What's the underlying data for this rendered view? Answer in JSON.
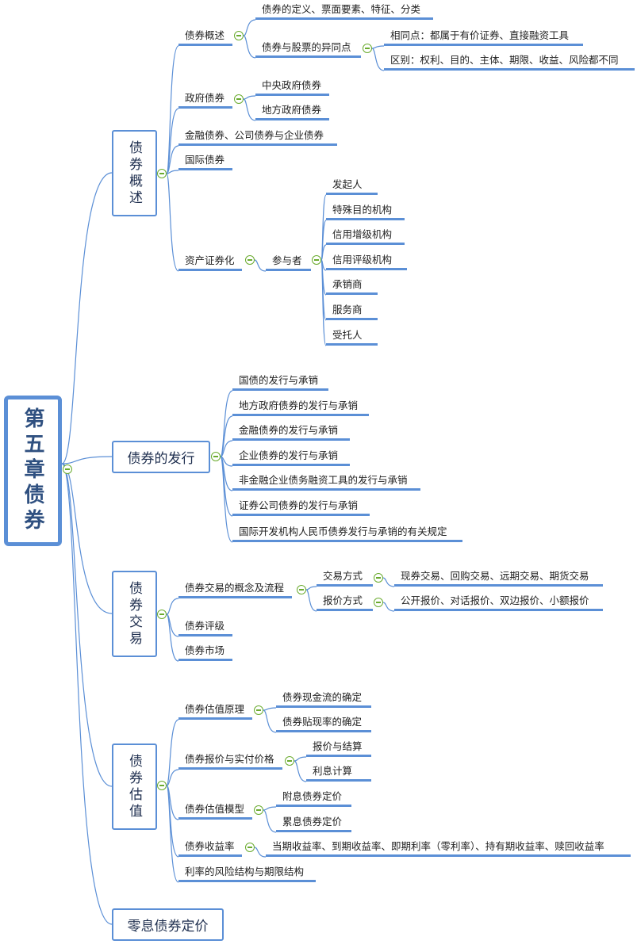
{
  "root": "第五章债券",
  "overview": {
    "title": "债券概述",
    "gaishu": {
      "label": "债券概述",
      "children": [
        "债券的定义、票面要素、特征、分类",
        "债券与股票的异同点"
      ],
      "diff": [
        "相同点：都属于有价证券、直接融资工具",
        "区别：权利、目的、主体、期限、收益、风险都不同"
      ]
    },
    "gov": {
      "label": "政府债券",
      "children": [
        "中央政府债券",
        "地方政府债券"
      ]
    },
    "fin": "金融债券、公司债券与企业债券",
    "intl": "国际债券",
    "abs": {
      "label": "资产证券化",
      "participants": "参与者",
      "items": [
        "发起人",
        "特殊目的机构",
        "信用增级机构",
        "信用评级机构",
        "承销商",
        "服务商",
        "受托人"
      ]
    }
  },
  "issue": {
    "title": "债券的发行",
    "items": [
      "国债的发行与承销",
      "地方政府债券的发行与承销",
      "金融债券的发行与承销",
      "企业债券的发行与承销",
      "非金融企业债务融资工具的发行与承销",
      "证券公司债券的发行与承销",
      "国际开发机构人民币债券发行与承销的有关规定"
    ]
  },
  "trade": {
    "title": "债券交易",
    "concept": "债券交易的概念及流程",
    "mode": "交易方式",
    "mode_detail": "现券交易、回购交易、远期交易、期货交易",
    "quote": "报价方式",
    "quote_detail": "公开报价、对话报价、双边报价、小额报价",
    "rating": "债券评级",
    "market": "债券市场"
  },
  "valuation": {
    "title": "债券估值",
    "principle": {
      "label": "债券估值原理",
      "children": [
        "债券现金流的确定",
        "债券贴现率的确定"
      ]
    },
    "price": {
      "label": "债券报价与实付价格",
      "children": [
        "报价与结算",
        "利息计算"
      ]
    },
    "model": {
      "label": "债券估值模型",
      "children": [
        "附息债券定价",
        "累息债券定价"
      ]
    },
    "yield": {
      "label": "债券收益率",
      "detail": "当期收益率、到期收益率、即期利率（零利率）、持有期收益率、赎回收益率"
    },
    "structure": "利率的风险结构与期限结构"
  },
  "zero": "零息债券定价",
  "colors": {
    "line": "#5b8fd6",
    "collapse": "#6aab2e",
    "root_text": "#2f5080"
  }
}
